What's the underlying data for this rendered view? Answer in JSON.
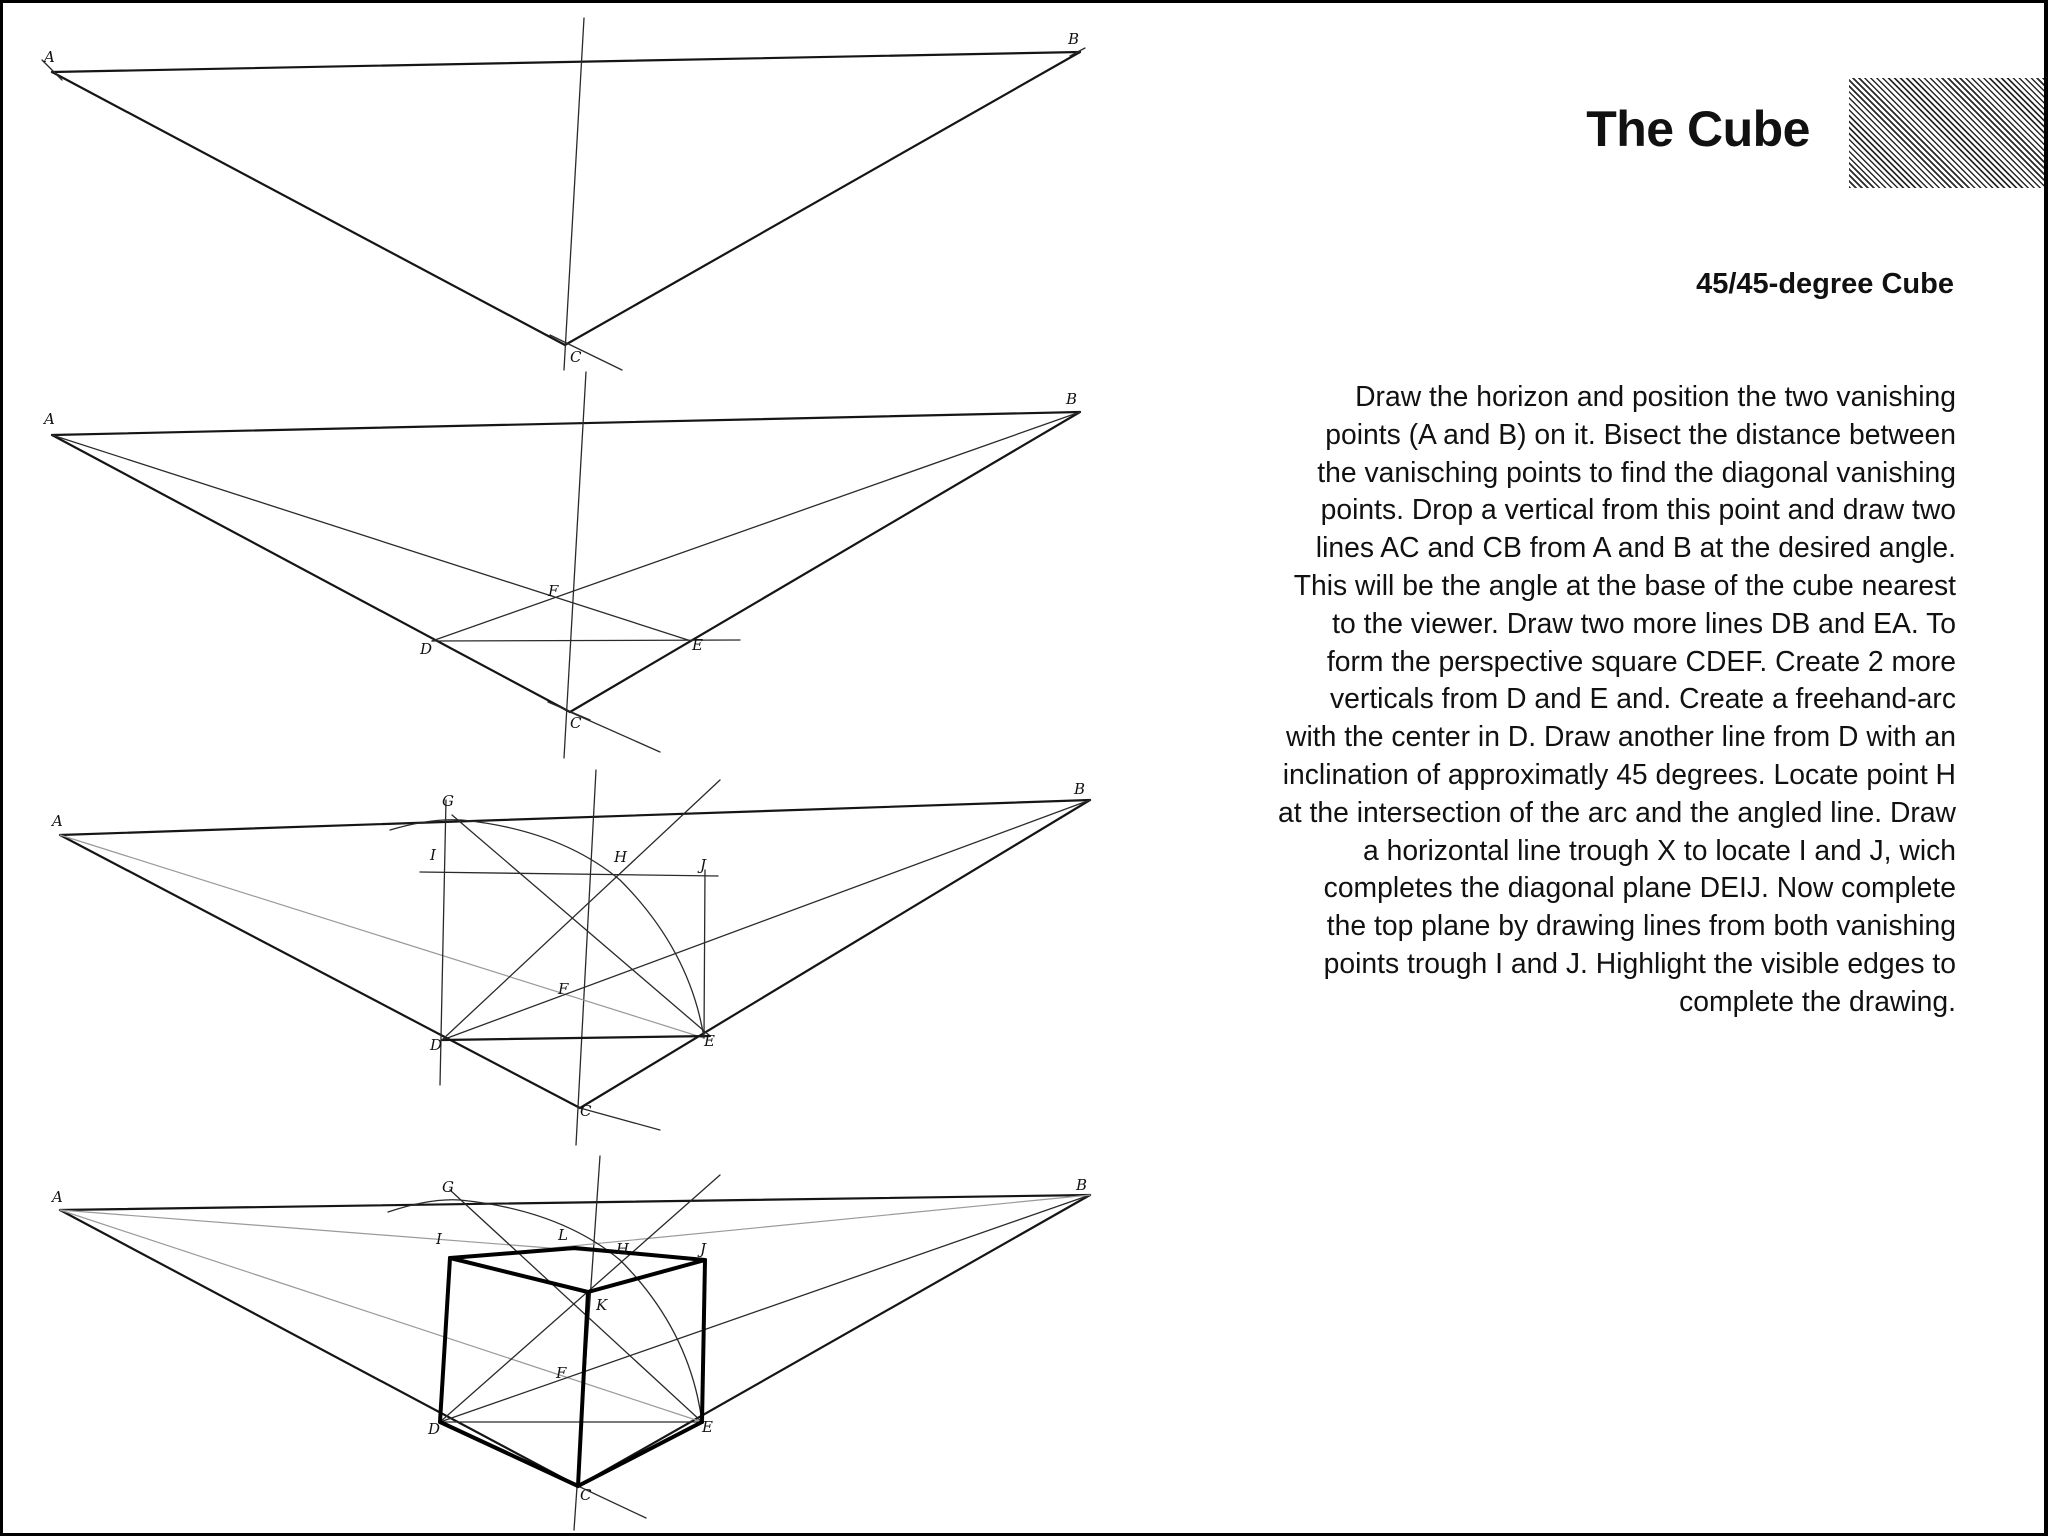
{
  "page": {
    "title": "The Cube",
    "subtitle": "45/45-degree Cube",
    "body_lines": [
      "Draw the horizon and position the two vanishing",
      "points (A and B) on it. Bisect the distance between",
      "the vanisching points to find the diagonal vanishing",
      "points. Drop a vertical from this point and draw two",
      "lines AC and CB from A and B at the desired angle.",
      "This will be the angle at the base of the cube nearest",
      "to the viewer. Draw two more lines DB and EA. To",
      "form the perspective square CDEF. Create 2 more",
      "verticals from D and E and. Create a freehand-arc",
      "with the center in D. Draw another line from D with an",
      "inclination of approximatly 45 degrees. Locate point H",
      "at the intersection of the arc and the angled line. Draw",
      "a horizontal line trough X to locate I and J, wich",
      "completes the diagonal plane DEIJ. Now complete",
      "the top plane by drawing lines from both vanishing",
      "points trough I and J. Highlight the visible edges to",
      "complete the drawing."
    ]
  },
  "figures": {
    "step1": {
      "labels": {
        "a": "A",
        "b": "B",
        "c": "C"
      }
    },
    "step2": {
      "labels": {
        "a": "A",
        "b": "B",
        "c": "C",
        "d": "D",
        "e": "E",
        "f": "F"
      }
    },
    "step3": {
      "labels": {
        "a": "A",
        "b": "B",
        "c": "C",
        "d": "D",
        "e": "E",
        "f": "F",
        "g": "G",
        "h": "H",
        "i": "I",
        "j": "J"
      }
    },
    "step4": {
      "labels": {
        "a": "A",
        "b": "B",
        "c": "C",
        "d": "D",
        "e": "E",
        "f": "F",
        "g": "G",
        "h": "H",
        "i": "I",
        "j": "J",
        "k": "K",
        "l": "L"
      }
    }
  }
}
